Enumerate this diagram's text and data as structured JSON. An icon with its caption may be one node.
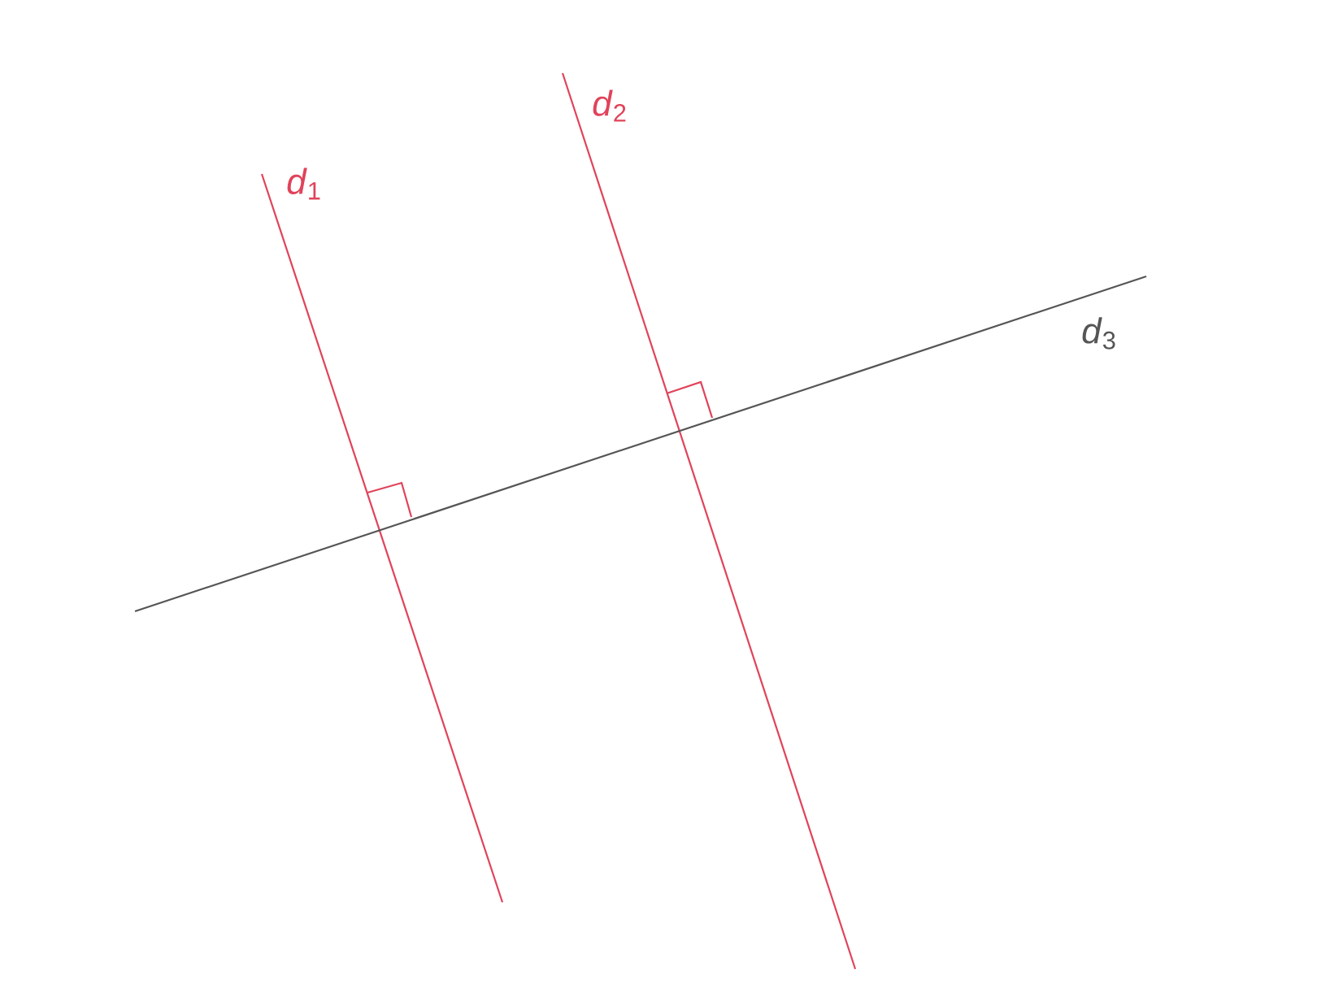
{
  "diagram": {
    "labels": [
      "*d*$_{1}$",
      "*d*$_{2}$",
      "*d*$_{3}$"
    ]
  }
}
